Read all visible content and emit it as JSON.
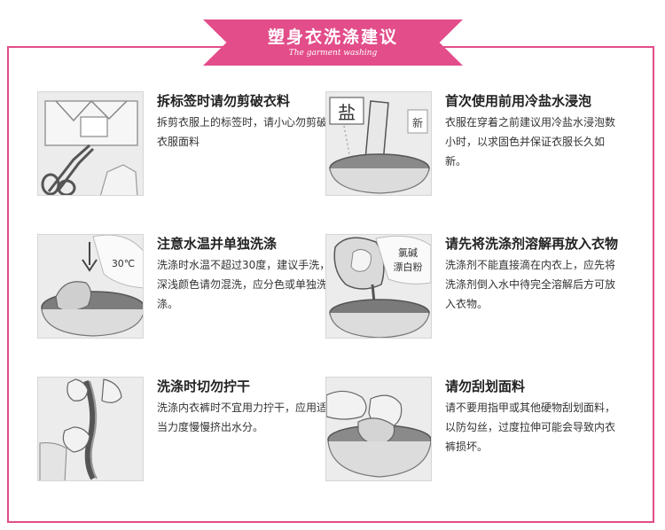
{
  "banner": {
    "title": "塑身衣洗涤建议",
    "subtitle": "The garment washing"
  },
  "photos": {
    "salt_label": "盐",
    "new_tag": "新",
    "temp_label": "30℃",
    "powder_label_line1": "氯碱",
    "powder_label_line2": "漂白粉"
  },
  "tips": [
    {
      "title": "拆标签时请勿剪破衣料",
      "desc": "拆剪衣服上的标签时，请小心勿剪破衣服面料"
    },
    {
      "title": "首次使用前用冷盐水浸泡",
      "desc": "衣服在穿着之前建议用冷盐水浸泡数小时，以求固色并保证衣服长久如新。"
    },
    {
      "title": "注意水温并单独洗涤",
      "desc": "洗涤时水温不超过30度，建议手洗，深浅颜色请勿混洗，应分色或单独洗涤。"
    },
    {
      "title": "请先将洗涤剂溶解再放入衣物",
      "desc": "洗涤剂不能直接滴在内衣上，应先将洗涤剂倒入水中待完全溶解后方可放入衣物。"
    },
    {
      "title": "洗涤时切勿拧干",
      "desc": "洗涤内衣裤时不宜用力拧干，应用适当力度慢慢挤出水分。"
    },
    {
      "title": "请勿刮划面料",
      "desc": "请不要用指甲或其他硬物刮划面料，以防勾丝，过度拉伸可能会导致内衣裤损坏。"
    }
  ]
}
